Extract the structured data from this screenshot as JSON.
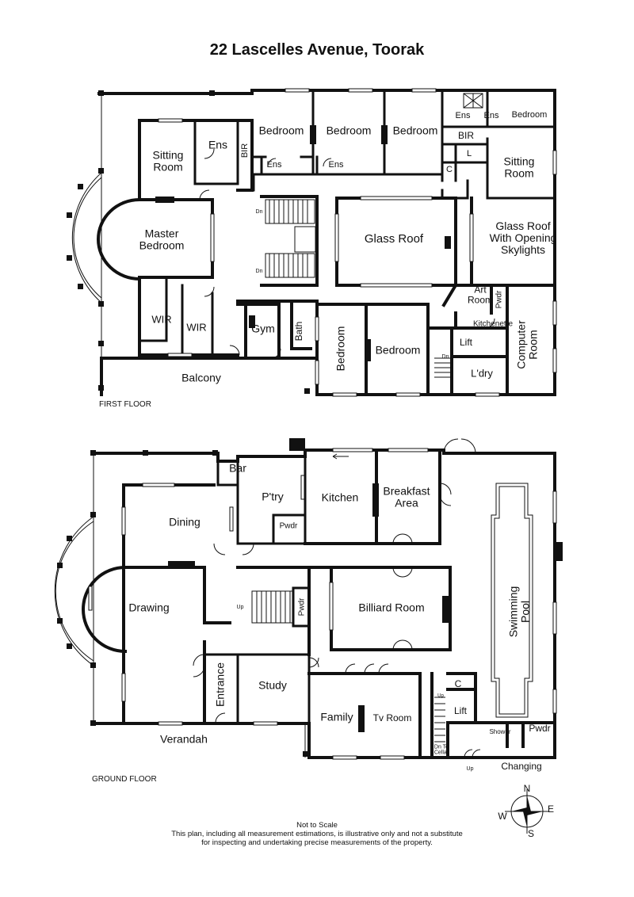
{
  "title": "22 Lascelles Avenue, Toorak",
  "first_floor": {
    "label": "FIRST FLOOR",
    "rooms": {
      "sitting_room": "Sitting\nRoom",
      "ens_1": "Ens",
      "bir_1": "BIR",
      "bedroom_1": "Bedroom",
      "bedroom_2": "Bedroom",
      "bedroom_3": "Bedroom",
      "ens_2": "Ens",
      "ens_3": "Ens",
      "ens_4": "Ens",
      "ens_5": "Ens",
      "bedroom_4": "Bedroom",
      "bir_2": "BIR",
      "l": "L",
      "c": "C",
      "sitting_room_2": "Sitting\nRoom",
      "master_bedroom": "Master\nBedroom",
      "glass_roof": "Glass Roof",
      "glass_roof_skylights": "Glass Roof\nWith Opening\nSkylights",
      "art_room": "Art\nRoom",
      "pwdr": "Pwdr",
      "kitchenette": "Kitchenette",
      "computer_room": "Computer\nRoom",
      "wir_1": "WIR",
      "wir_2": "WIR",
      "gym": "Gym",
      "bath": "Bath",
      "bedroom_5": "Bedroom",
      "bedroom_6": "Bedroom",
      "lift": "Lift",
      "ldry": "L'dry",
      "balcony": "Balcony",
      "dn_1": "Dn",
      "dn_2": "Dn",
      "dn_3": "Dn"
    }
  },
  "ground_floor": {
    "label": "GROUND FLOOR",
    "rooms": {
      "bar": "Bar",
      "ptry": "P'try",
      "pwdr_1": "Pwdr",
      "kitchen": "Kitchen",
      "breakfast": "Breakfast\nArea",
      "dining": "Dining",
      "drawing": "Drawing",
      "up_1": "Up",
      "pwdr_2": "Pwdr",
      "billiard": "Billiard Room",
      "swimming_pool": "Swimming\nPool",
      "entrance": "Entrance",
      "study": "Study",
      "family": "Family",
      "tv_room": "Tv Room",
      "c": "C",
      "lift": "Lift",
      "up_2": "Up",
      "dn_cellar": "Dn To\nCellar",
      "up_3": "Up",
      "shower": "Shower",
      "pwdr_3": "Pwdr",
      "changing": "Changing",
      "verandah": "Verandah"
    }
  },
  "compass": {
    "n": "N",
    "s": "S",
    "e": "E",
    "w": "W"
  },
  "disclaimer": {
    "line1": "Not to Scale",
    "line2": "This plan, including all measurement estimations, is illustrative only and not a substitute",
    "line3": "for inspecting and undertaking precise measurements of the property."
  }
}
